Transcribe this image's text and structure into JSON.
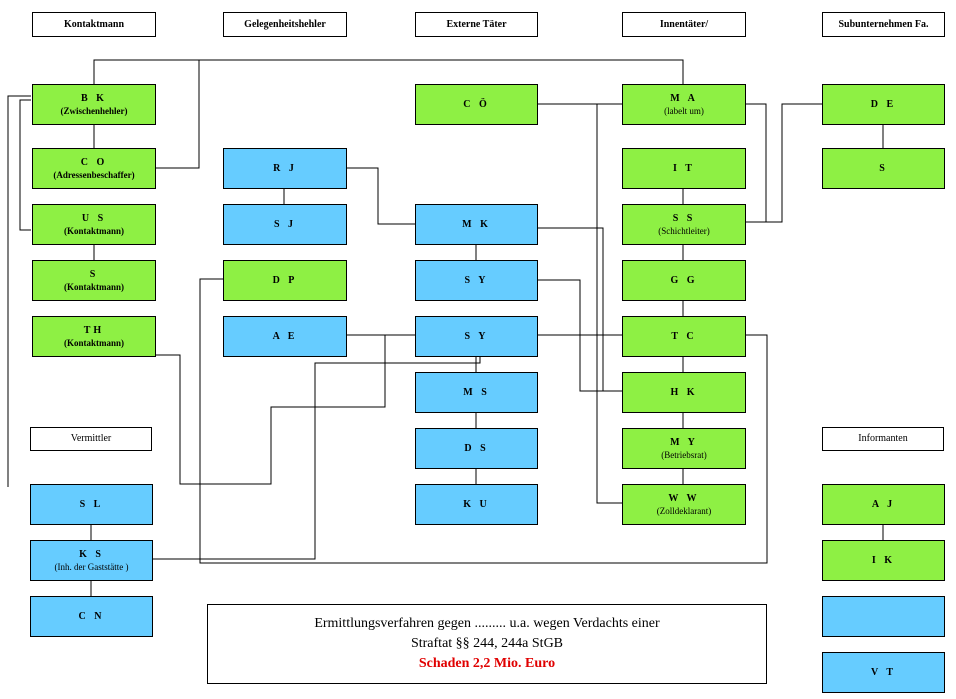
{
  "headers": {
    "kontaktmann": "Kontaktmann",
    "gelegenheitshehler": "Gelegenheitshehler",
    "externe_taeter": "Externe Täter",
    "innentaeter": "Innentäter/",
    "subunternehmen": "Subunternehmen Fa.",
    "vermittler": "Vermittler",
    "informanten": "Informanten"
  },
  "nodes": {
    "bk": {
      "name": "B K",
      "sub": "(Zwischenhehler)"
    },
    "co": {
      "name": "C O",
      "sub": "(Adressenbeschaffer)"
    },
    "us": {
      "name": "U S",
      "sub": "(Kontaktmann)"
    },
    "s1": {
      "name": "S",
      "sub": "(Kontaktmann)"
    },
    "th": {
      "name": "TH",
      "sub": "(Kontaktmann)"
    },
    "rj": {
      "name": "R J"
    },
    "sj": {
      "name": "S J"
    },
    "dp": {
      "name": "D P"
    },
    "ae": {
      "name": "A E"
    },
    "coe": {
      "name": "C Ö"
    },
    "mk": {
      "name": "M K"
    },
    "sy1": {
      "name": "S Y"
    },
    "sy2": {
      "name": "S Y"
    },
    "ms": {
      "name": "M S"
    },
    "ds": {
      "name": "D S"
    },
    "ku": {
      "name": "K U"
    },
    "ma": {
      "name": "M A",
      "sub": "(labelt um)"
    },
    "it": {
      "name": "I T"
    },
    "ss": {
      "name": "S S",
      "sub": "(Schichtleiter)"
    },
    "gg": {
      "name": "G G"
    },
    "tc": {
      "name": "T C"
    },
    "hk": {
      "name": "H K"
    },
    "my": {
      "name": "M Y",
      "sub": "(Betriebsrat)"
    },
    "ww": {
      "name": "W W",
      "sub": "(Zolldeklarant)"
    },
    "de": {
      "name": "D E"
    },
    "s2": {
      "name": "S"
    },
    "sl": {
      "name": "S L"
    },
    "ks": {
      "name": "K S",
      "sub": "(Inh. der Gaststätte )"
    },
    "cn": {
      "name": "C N"
    },
    "aj": {
      "name": "A J"
    },
    "ik": {
      "name": "I K"
    },
    "blank": {
      "name": ""
    },
    "vt": {
      "name": "V T"
    }
  },
  "info": {
    "line1": "Ermittlungsverfahren gegen ......... u.a. wegen Verdachts einer",
    "line2": "Straftat §§ 244, 244a StGB",
    "line3": "Schaden 2,2 Mio. Euro"
  },
  "colors": {
    "green_box": "#8ef044",
    "blue_box": "#66ccff",
    "damage_text": "#e00000"
  }
}
